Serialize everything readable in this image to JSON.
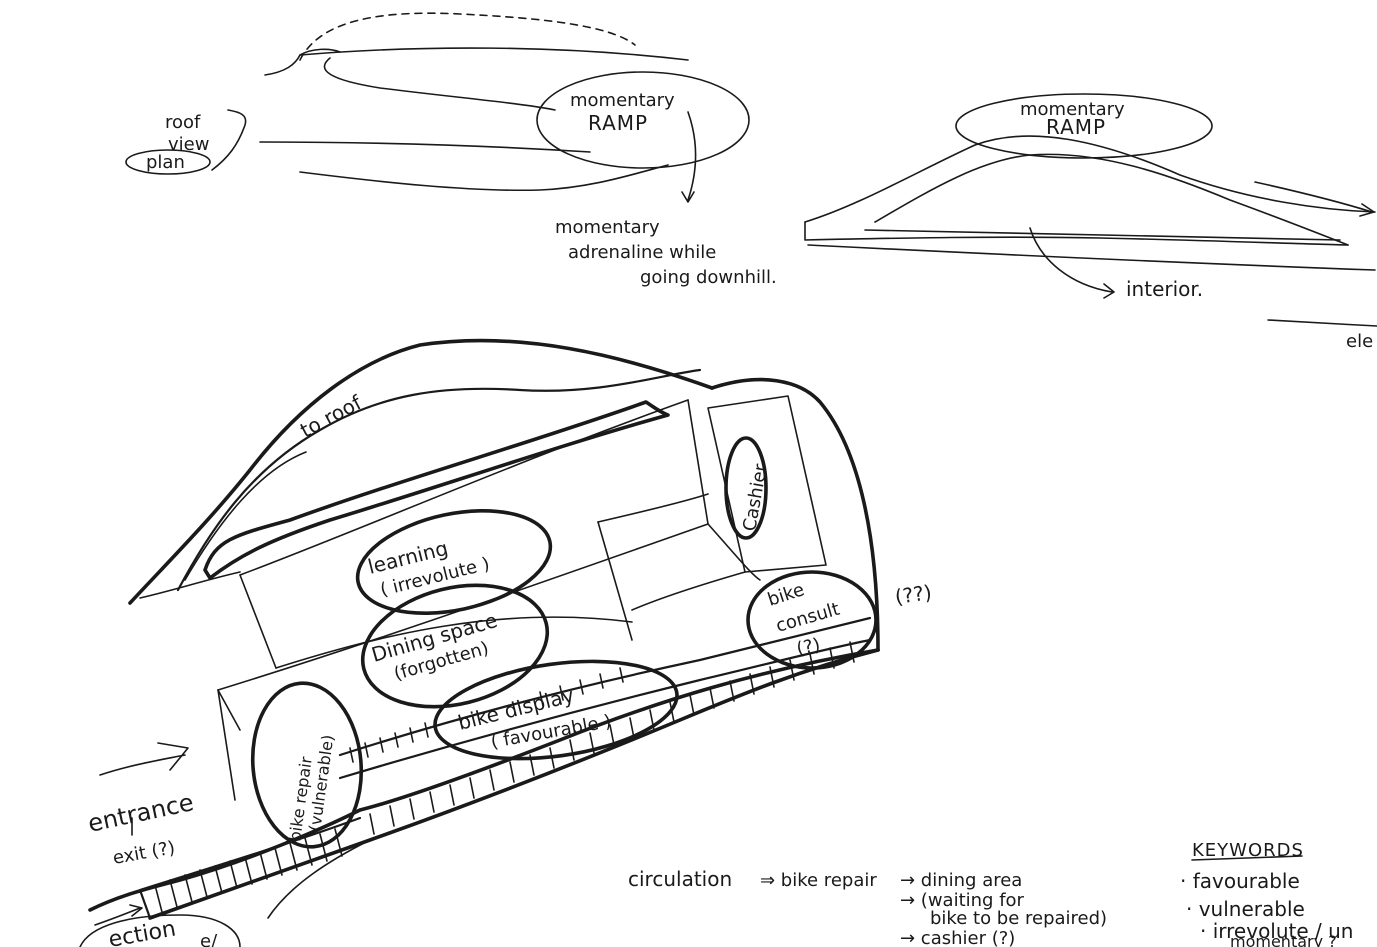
{
  "labels": {
    "roof_view_plan": [
      "roof",
      "view",
      "plan"
    ],
    "ramp_left": [
      "momentary",
      "RAMP"
    ],
    "adrenaline_note": [
      "momentary",
      "adrenaline while",
      "going downhill."
    ],
    "ramp_right": [
      "momentary",
      "RAMP"
    ],
    "interior_note": "interior.",
    "right_edge_cut": "ele",
    "to_roof": "to roof",
    "cashier": "Cashier",
    "learning": [
      "learning",
      "( irrevolute )"
    ],
    "dining": [
      "Dining space",
      "(forgotten)"
    ],
    "bike_display": [
      "bike display",
      "( favourable )"
    ],
    "bike_consult": [
      "bike",
      "consult",
      "(?)"
    ],
    "bike_consult_note": "(??)",
    "bike_repair": [
      "bike repair",
      "(vulnerable)"
    ],
    "entrance": "entrance",
    "exit": "exit (?)",
    "bottom_left_cut": [
      "ection",
      "e/"
    ],
    "circulation": {
      "label": "circulation",
      "step1": "⇒ bike repair",
      "step2": "→ dining area",
      "step3": "→ (waiting for",
      "step3b": "bike to be repaired)",
      "step4": "→ cashier (?)"
    },
    "keywords": {
      "title": "KEYWORDS",
      "items": [
        "· favourable",
        "· vulnerable",
        "· irrevolute / un",
        "momentary ?"
      ]
    }
  }
}
